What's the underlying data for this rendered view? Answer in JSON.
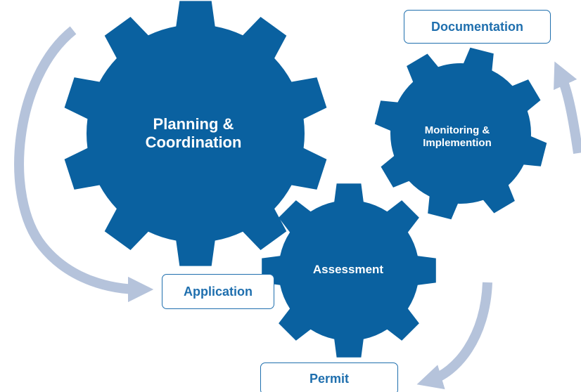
{
  "colors": {
    "gear": "#0a61a0",
    "arrow": "#b5c3db",
    "box_border": "#1f6fae",
    "box_text": "#1f6fae",
    "gear_text": "#ffffff"
  },
  "gears": {
    "planning": {
      "line1": "Planning &",
      "line2": "Coordination"
    },
    "monitoring": {
      "line1": "Monitoring &",
      "line2": "Implemention"
    },
    "assessment": {
      "line1": "Assessment"
    }
  },
  "boxes": {
    "documentation": "Documentation",
    "application": "Application",
    "permit": "Permit"
  }
}
